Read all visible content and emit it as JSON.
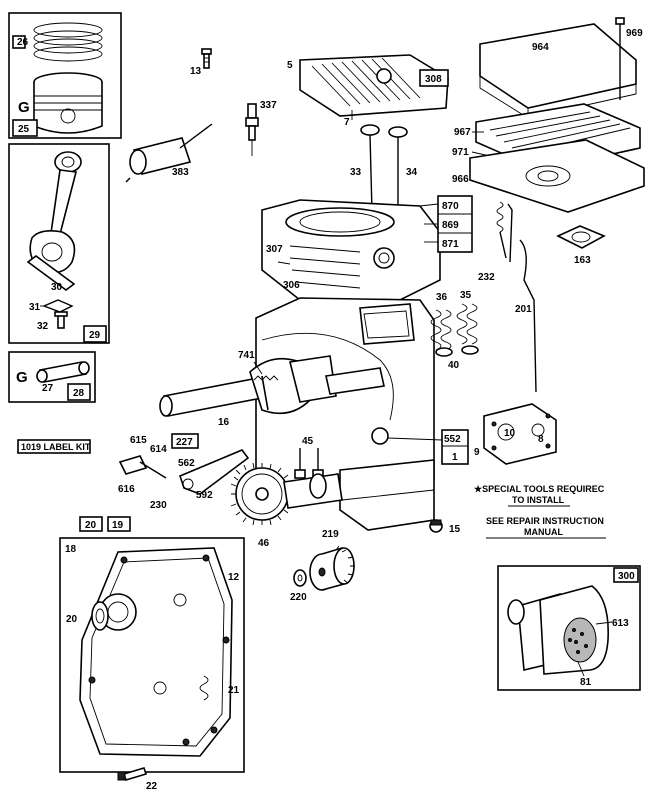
{
  "labels": {
    "p5": "5",
    "p308": "308",
    "p964": "964",
    "p969": "969",
    "p13": "13",
    "p337": "337",
    "p7": "7",
    "p383": "383",
    "p967": "967",
    "p971": "971",
    "p966": "966",
    "p33": "33",
    "p34": "34",
    "p870": "870",
    "p869": "869",
    "p871": "871",
    "p163": "163",
    "p307": "307",
    "p306": "306",
    "p232": "232",
    "p36": "36",
    "p35": "35",
    "p201": "201",
    "p40": "40",
    "p741": "741",
    "p16": "16",
    "p45": "45",
    "p552": "552",
    "p1": "1",
    "p9": "9",
    "p10": "10",
    "p8": "8",
    "p615": "615",
    "p227": "227",
    "p614": "614",
    "p562": "562",
    "p616": "616",
    "p592": "592",
    "p230": "230",
    "p46": "46",
    "p15": "15",
    "p219": "219",
    "p220": "220",
    "p20a": "20",
    "p19": "19",
    "p18": "18",
    "p12": "12",
    "p20b": "20",
    "p21": "21",
    "p22": "22",
    "p300": "300",
    "p613": "613",
    "p81": "81"
  },
  "insets": {
    "ring": {
      "ring_label": "26",
      "piston_label": "25",
      "g": "G"
    },
    "rod": {
      "rod_label": "30",
      "dipper_label": "31",
      "bolt_label": "32",
      "set_label": "29"
    },
    "pin": {
      "g": "G",
      "pin_label": "27",
      "set_label": "28"
    }
  },
  "notes": {
    "label_kit": "1019 LABEL KIT",
    "special_tools": "★SPECIAL TOOLS REQUIREC",
    "to_install": "TO INSTALL",
    "see_repair": "SEE REPAIR INSTRUCTION",
    "manual": "MANUAL"
  }
}
